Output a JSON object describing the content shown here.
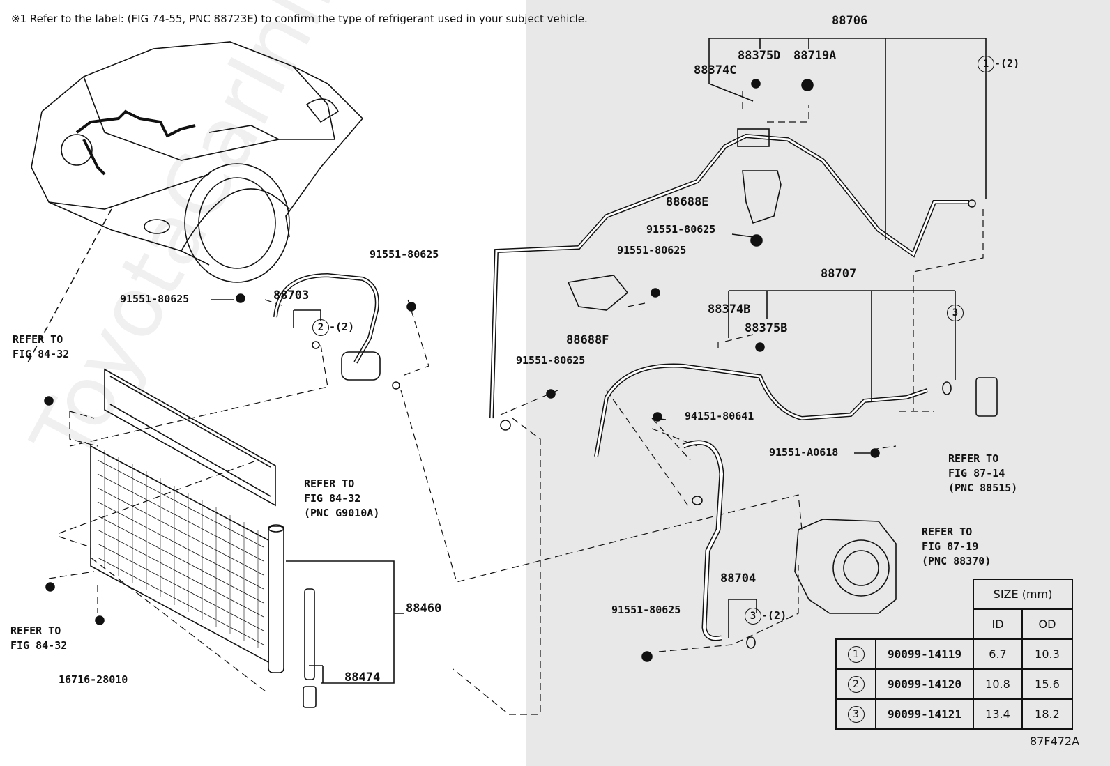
{
  "note": "※1 Refer to the label: (FIG 74-55, PNC 88723E) to confirm the type of refrigerant used in your subject vehicle.",
  "figure_code": "87F472A",
  "watermark": "ToyotaCarInline.ru",
  "parts": {
    "p88706": "88706",
    "p88375D": "88375D",
    "p88719A": "88719A",
    "p88374C": "88374C",
    "p88688E": "88688E",
    "p91551_80625_a": "91551-80625",
    "p91551_80625_b": "91551-80625",
    "p88688F": "88688F",
    "p88707": "88707",
    "p88374B": "88374B",
    "p88375B": "88375B",
    "p91551_80625_c": "91551-80625",
    "p94151_80641": "94151-80641",
    "p91551_A0618": "91551-A0618",
    "p88704": "88704",
    "p91551_80625_d": "91551-80625",
    "p91551_80625_e": "91551-80625",
    "p91551_80625_f": "91551-80625",
    "p88703": "88703",
    "p88460": "88460",
    "p88474": "88474",
    "p16716_28010": "16716-28010"
  },
  "callouts": {
    "c1": {
      "num": "1",
      "qty": "-(2)"
    },
    "c2": {
      "num": "2",
      "qty": "-(2)"
    },
    "c3a": {
      "num": "3",
      "qty": ""
    },
    "c3b": {
      "num": "3",
      "qty": "-(2)"
    }
  },
  "refs": {
    "r1": "REFER TO\nFIG 84-32",
    "r2": "REFER TO\nFIG 84-32\n(PNC G9010A)",
    "r3": "REFER TO\nFIG 84-32",
    "r4": "REFER TO\nFIG 87-14\n(PNC 88515)",
    "r5": "REFER TO\nFIG 87-19\n(PNC 88370)"
  },
  "size_table": {
    "title": "SIZE (mm)",
    "col_id": "ID",
    "col_od": "OD",
    "rows": [
      {
        "ref": "1",
        "part": "90099-14119",
        "id": "6.7",
        "od": "10.3"
      },
      {
        "ref": "2",
        "part": "90099-14120",
        "id": "10.8",
        "od": "15.6"
      },
      {
        "ref": "3",
        "part": "90099-14121",
        "id": "13.4",
        "od": "18.2"
      }
    ]
  }
}
